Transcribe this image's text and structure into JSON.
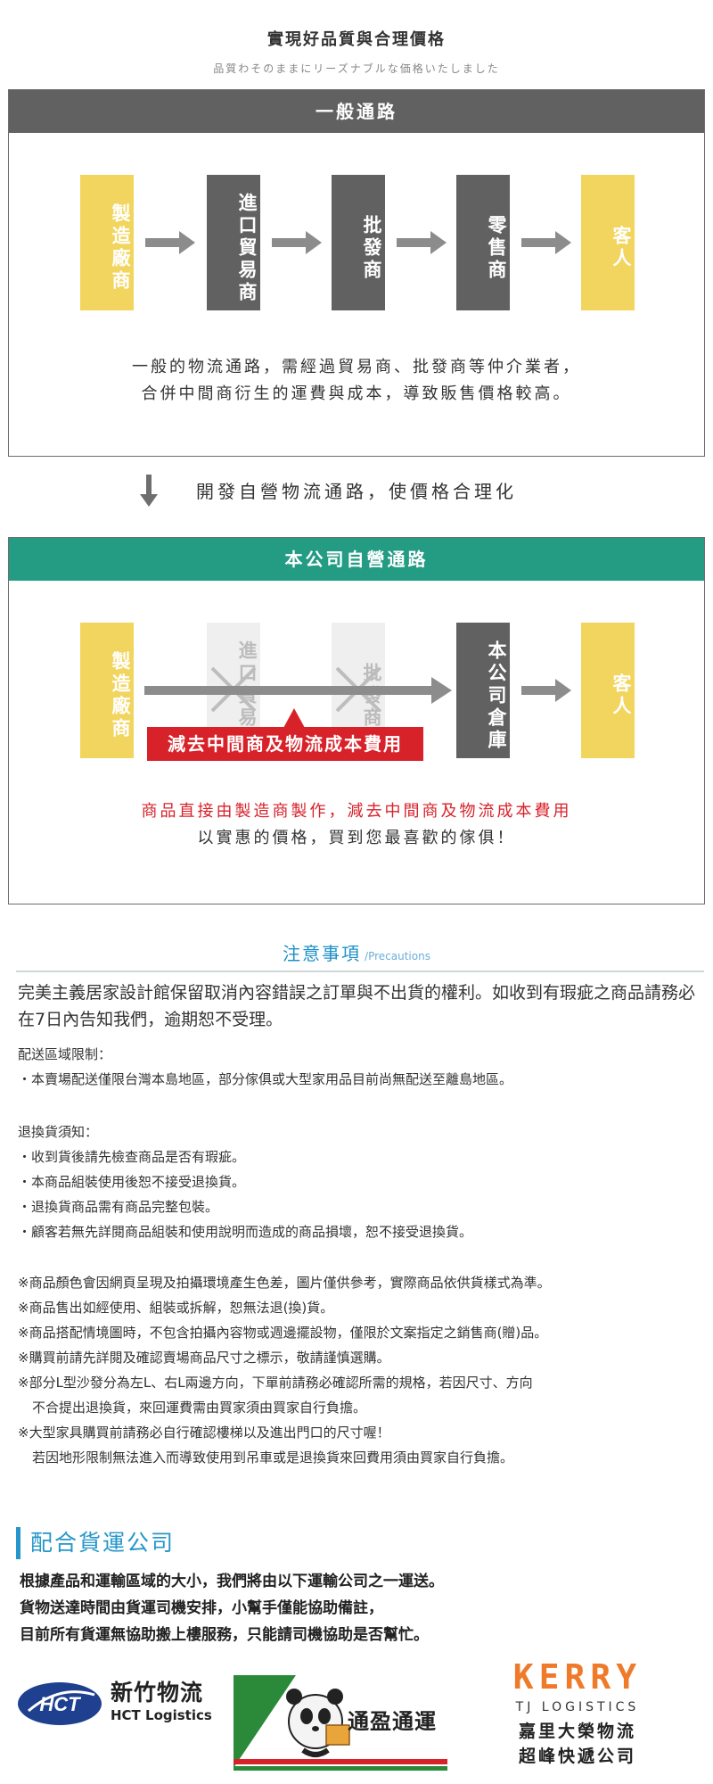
{
  "header": {
    "title": "實現好品質與合理價格",
    "subtitle": "品質わそのままにリーズナブルな価格いたしました"
  },
  "general_channel": {
    "title": "一般通路",
    "steps": [
      "製造廠商",
      "進口貿易商",
      "批發商",
      "零售商",
      "客人"
    ],
    "desc_line1": "一般的物流通路，需經過貿易商、批發商等仲介業者，",
    "desc_line2": "合併中間商衍生的運費與成本，導致販售價格較高。"
  },
  "transition": {
    "text": "開發自營物流通路，使價格合理化"
  },
  "own_channel": {
    "title": "本公司自營通路",
    "steps": [
      "製造廠商",
      "進口貿易商",
      "批發商",
      "本公司倉庫",
      "客人"
    ],
    "banner": "減去中間商及物流成本費用",
    "desc_line1": "商品直接由製造商製作，減去中間商及物流成本費用",
    "desc_line2": "以實惠的價格，買到您最喜歡的傢俱！"
  },
  "precautions": {
    "title": "注意事項",
    "title_en": "/Precautions",
    "lead": "完美主義居家設計館保留取消內容錯誤之訂單與不出貨的權利。如收到有瑕疵之商品請務必在7日內告知我們，逾期恕不受理。",
    "delivery_heading": "配送區域限制：",
    "delivery_items": [
      "・本賣場配送僅限台灣本島地區，部分傢俱或大型家用品目前尚無配送至離島地區。"
    ],
    "return_heading": "退換貨須知：",
    "return_items": [
      "・收到貨後請先檢查商品是否有瑕疵。",
      "・本商品組裝使用後恕不接受退換貨。",
      "・退換貨商品需有商品完整包裝。",
      "・顧客若無先詳閱商品組裝和使用說明而造成的商品損壞，恕不接受退換貨。"
    ],
    "notes": [
      "※商品顏色會因網頁呈現及拍攝環境產生色差，圖片僅供參考，實際商品依供貨樣式為準。",
      "※商品售出如經使用、組裝或拆解，恕無法退(換)貨。",
      "※商品搭配情境圖時，不包含拍攝內容物或週邊擺設物，僅限於文案指定之銷售商(贈)品。",
      "※購買前請先詳閱及確認賣場商品尺寸之標示，敬請謹慎選購。",
      "※部分L型沙發分為左L、右L兩邊方向，下單前請務必確認所需的規格，若因尺寸、方向",
      "不合提出退換貨，來回運費需由買家須由買家自行負擔。",
      "※大型家具購買前請務必自行確認樓梯以及進出門口的尺寸喔！",
      "若因地形限制無法進入而導致使用到吊車或是退換貨來回費用須由買家自行負擔。"
    ]
  },
  "shipping": {
    "title": "配合貨運公司",
    "lines": [
      "根據產品和運輸區域的大小，我們將由以下運輸公司之一運送。",
      "貨物送達時間由貨運司機安排，小幫手僅能協助備註，",
      "目前所有貨運無協助搬上樓服務，只能請司機協助是否幫忙。"
    ],
    "carriers": {
      "hct": {
        "name": "新竹物流",
        "en": "HCT Logistics",
        "mark": "HCT"
      },
      "tongying": {
        "name": "通盈通運"
      },
      "kerry": {
        "mark": "KERRY",
        "en": "TJ LOGISTICS",
        "name1": "嘉里大榮物流",
        "name2": "超峰快遞公司"
      }
    }
  },
  "colors": {
    "gray_head": "#616161",
    "green_head": "#239c83",
    "yellow_box": "#f2d55e",
    "red": "#d8222a",
    "blue": "#2596c9",
    "kerry_orange": "#ef7a2a"
  }
}
